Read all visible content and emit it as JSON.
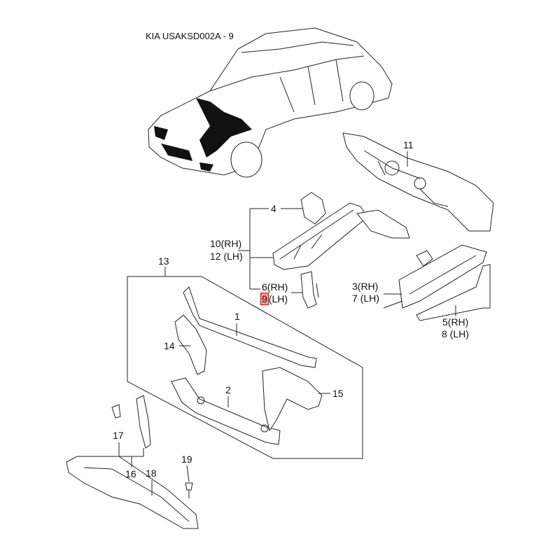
{
  "title": "KIA USAKSD002A - 9",
  "callouts": {
    "c11": "11",
    "c4": "4",
    "c10": "10(RH)",
    "c12": "12 (LH)",
    "c6": "6(RH)",
    "c9num": "9",
    "c9side": "(LH)",
    "c3": "3(RH)",
    "c7": "7 (LH)",
    "c5": "5(RH)",
    "c8": "8 (LH)",
    "c13": "13",
    "c1": "1",
    "c14": "14",
    "c2": "2",
    "c15": "15",
    "c17": "17",
    "c16": "16",
    "c18": "18",
    "c19": "19"
  },
  "highlight_color": "#ff4d4d"
}
